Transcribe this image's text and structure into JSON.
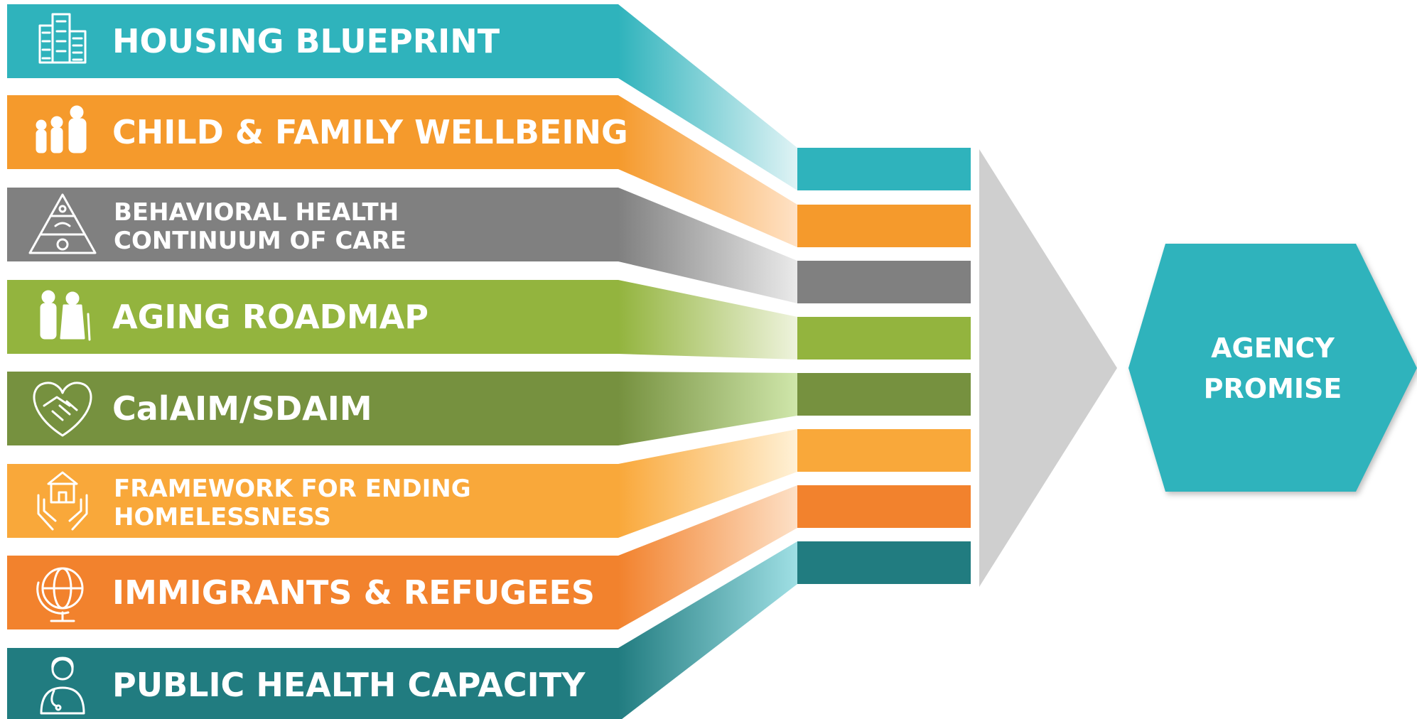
{
  "colors": {
    "teal": "#2fb3bc",
    "orange": "#f59a2c",
    "gray": "#808080",
    "lime": "#93b43e",
    "olive": "#76913f",
    "amber": "#f9a83a",
    "dark_orange": "#f2822d",
    "dark_teal": "#217c80",
    "arrow_gray": "#cfcfcf"
  },
  "initiatives": [
    {
      "line1": "HOUSING BLUEPRINT",
      "line2": "",
      "icon": "buildings-icon"
    },
    {
      "line1": "CHILD & FAMILY WELLBEING",
      "line2": "",
      "icon": "family-icon"
    },
    {
      "line1": "BEHAVIORAL HEALTH",
      "line2": "CONTINUUM OF CARE",
      "icon": "pyramid-icon"
    },
    {
      "line1": "AGING ROADMAP",
      "line2": "",
      "icon": "elderly-couple-icon"
    },
    {
      "line1": "CalAIM/SDAIM",
      "line2": "",
      "icon": "handshake-heart-icon"
    },
    {
      "line1": "FRAMEWORK FOR ENDING",
      "line2": "HOMELESSNESS",
      "icon": "hands-house-icon"
    },
    {
      "line1": "IMMIGRANTS & REFUGEES",
      "line2": "",
      "icon": "globe-icon"
    },
    {
      "line1": "PUBLIC HEALTH CAPACITY",
      "line2": "",
      "icon": "doctor-icon"
    }
  ],
  "outcome": {
    "line1": "AGENCY",
    "line2": "PROMISE"
  }
}
